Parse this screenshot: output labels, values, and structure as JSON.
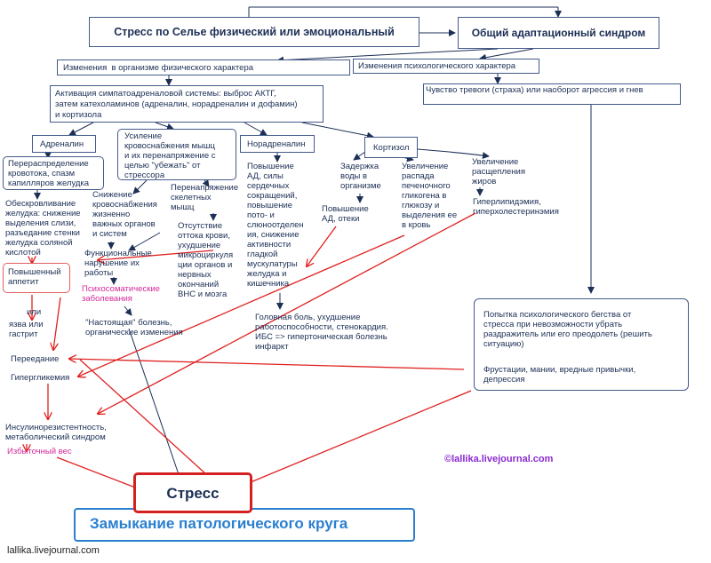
{
  "nodes": {
    "selye": "Стресс по Селье физический или эмоциональный",
    "gas": "Общий адаптационный синдром",
    "physical": "Изменения  в организме физического характера",
    "psych": "Изменения психологического характера",
    "sympatho": "Активация симпатоадреналовой системы: выброс АКТГ,\nзатем катехоламинов (адреналин, норадреналин и дофамин)\nи кортизола",
    "anxiety": "Чувство тревоги (страха) или наоборот агрессия и гнев",
    "adrenalin": "Адреналин",
    "blood_flow": "Усиление\nкровоснабжения мышц\nи их перенапряжение с\nцелью \"убежать\" от\nстрессора",
    "noradrenalin": "Норадреналин",
    "cortisol": "Кортизол",
    "redistribution": "Перераспределение\nкровотока, спазм\nкапилляров желудка",
    "reduced_supply": "Снижение\nкровоснабжения\nжизненно\nважных органов\nи систем",
    "overstrain": "Перенапряжение\nскелетных\nмышц",
    "heart": "Повышение\nАД, силы\nсердечных\nсокращений,\nповышение\nпото- и\nслюноотделен\nия, снижение\nактивности\nгладкой\nмускулатуры\nжелудка и\nкишечника",
    "water": "Задержка\nводы в\nорганизме",
    "bp_edema": "Повышение\nАД, отеки",
    "glycogen": "Увеличение\nраспада\nпеченочного\nгликогена в\nглюкозу и\nвыделения ее\nв кровь",
    "fat": "Увеличение\nрасщепления\nжиров",
    "lipid": "Гиперлипидэмия,\nгиперхолестеринэмия",
    "stomach": "Обескровливание\nжелудка: снижение\nвыделения слизи,\nразъедание стенки\nжелудка соляной\nкислотой",
    "functional": "Функциональные\nнарушение их\nработы",
    "outflow": "Отсутствие\nоттока крови,\nухудшение\nмикроциркуля\nции органов и\nнервных\nокончаний\nВНС и мозга",
    "appetite": "Повышенный\nаппетит",
    "psychosomatic": "Психосоматические\nзаболевания",
    "or": "или",
    "ulcer": "язва или\nгастрит",
    "real_disease": "\"Настоящая\" болезнь,\nорганические изменения",
    "headache": "Головная боль, ухудшение\nработоспособности, стенокардия.\nИБС => гипертоническая болезнь\nинфаркт",
    "escape": "Попытка психологического бегства от\nстресса при невозможности убрать\nраздражитель или его преодолеть (решить\nситуацию)",
    "frustration": "Фрустации, мании, вредные привычки,\nдепрессия",
    "overeating": "Переедание",
    "hyperglycemia": "Гипергликемия",
    "insulin": "Инсулинорезистентность,\nметаболический синдром",
    "excess_weight": "Избыточный вес",
    "stress": "Стресс",
    "closure": "Замыкание патологического круга",
    "copyright": "©lallika.livejournal.com",
    "watermark": "lallika.livejournal.com"
  },
  "colors": {
    "text": "#1c2f55",
    "box_border": "#44598a",
    "red": "#e02020",
    "pink": "#d42a9a",
    "purple": "#8a2ad0",
    "blue_frame": "#2a7fd0"
  }
}
